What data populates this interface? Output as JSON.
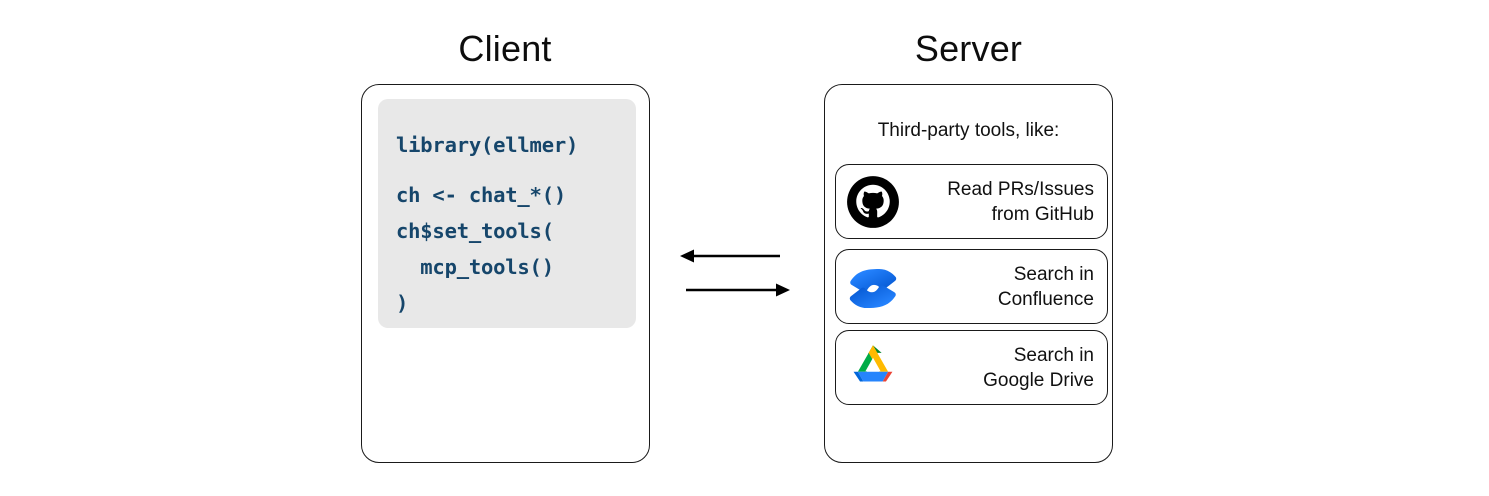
{
  "diagram": {
    "title_client": "Client",
    "title_server": "Server",
    "client": {
      "code_lines": [
        "library(ellmer)",
        "",
        "ch <- chat_*()",
        "ch$set_tools(",
        "  mcp_tools()",
        ")"
      ],
      "code_text_color": "#16466b",
      "code_bg_color": "#e8e8e8"
    },
    "server": {
      "caption": "Third-party tools, like:",
      "tools": [
        {
          "icon": "github-icon",
          "label": "Read PRs/Issues\nfrom GitHub",
          "brand_color": "#000000"
        },
        {
          "icon": "confluence-icon",
          "label": "Search in\nConfluence",
          "brand_color": "#2684ff"
        },
        {
          "icon": "google-drive-icon",
          "label": "Search in\nGoogle Drive",
          "brand_color": "#0066da"
        }
      ]
    },
    "connectors": [
      {
        "name": "server-to-client-arrow",
        "direction": "left"
      },
      {
        "name": "client-to-server-arrow",
        "direction": "right"
      }
    ]
  }
}
